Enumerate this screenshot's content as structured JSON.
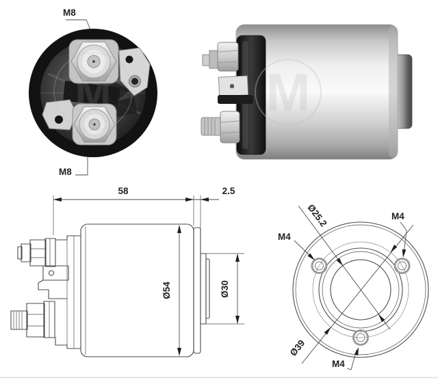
{
  "title_hidden": "",
  "colors": {
    "drawing_line": "#4a4a4a",
    "photo_black": "#141414",
    "metal_light": "#f0f0f0",
    "watermark_gray": "#bdbdbd",
    "footer_rule": "#dcdcdc"
  },
  "watermark": {
    "letter": "M"
  },
  "front_view": {
    "label_top": "M8",
    "label_bottom": "M8"
  },
  "side_view": {
    "dim_length": "58",
    "dim_flange": "2.5",
    "dim_body_dia": "Ø54",
    "dim_boss_dia": "Ø30"
  },
  "end_view": {
    "dim_pilot_dia": "Ø25.2",
    "dim_bolt_circle": "Ø39",
    "label_hole_left": "M4",
    "label_hole_right": "M4",
    "label_hole_bottom": "M4"
  }
}
